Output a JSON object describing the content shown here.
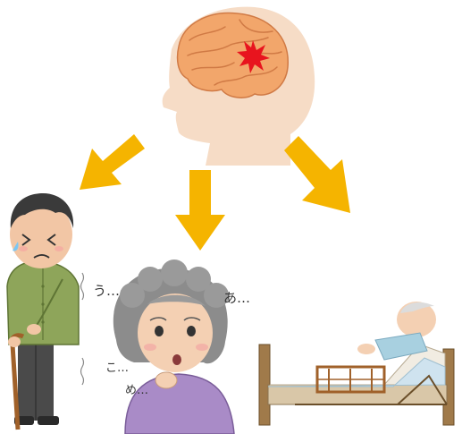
{
  "illustration": {
    "brain_event": {
      "icon": "brain-with-burst-icon"
    },
    "arrows": [
      {
        "id": "left",
        "icon": "arrow-down-left-icon"
      },
      {
        "id": "center",
        "icon": "arrow-down-icon"
      },
      {
        "id": "right",
        "icon": "arrow-down-right-icon"
      }
    ],
    "outcomes": [
      {
        "id": "paralysis",
        "icon": "man-with-cane-icon"
      },
      {
        "id": "speech",
        "icon": "elderly-woman-speech-difficulty-icon",
        "labels": [
          "う…",
          "あ…",
          "こ…",
          "め…"
        ]
      },
      {
        "id": "bedridden",
        "icon": "bedridden-patient-icon"
      }
    ]
  },
  "colors": {
    "head": "#f6dcc6",
    "brain": "#f2a66b",
    "burst": "#e8141e",
    "arrow": "#f5b400"
  }
}
